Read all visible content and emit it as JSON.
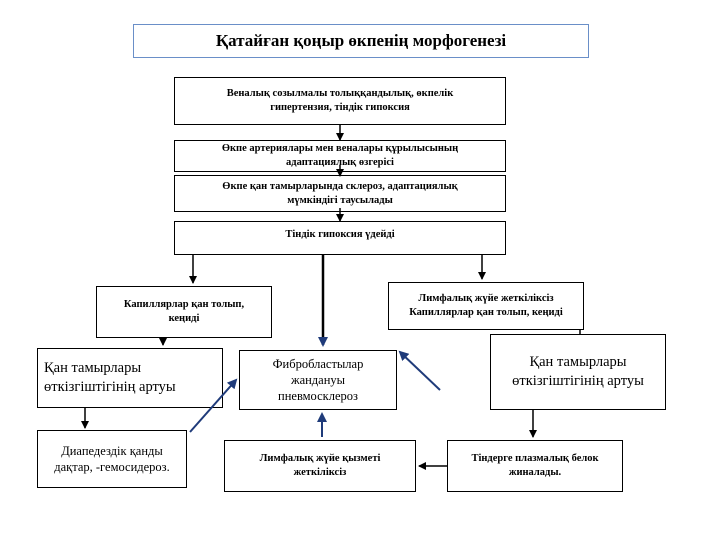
{
  "diagram": {
    "title": "Қатайған қоңыр өкпенің морфогенезі",
    "nodes": {
      "venous_congestion": "Веналық созылмалы толыққандылық, өкпелік гипертензия, тіндік гипоксия",
      "vessel_adaptation": "Өкпе артериялары мен веналары құрылысының адаптациялық өзгерісі",
      "sclerosis": "Өкпе қан тамырларында склероз, адаптациялық мүмкіндігі таусылады",
      "tissue_hypoxia": "Тіндік гипоксия үдейді",
      "capillaries_left": "Капиллярлар қан толып, кеңиді",
      "lymph_insufficiency_top": "Лимфалық жүйе жеткіліксіз Капиллярлар қан толып, кеңиді",
      "permeability_left": "Қан тамырлары өткізгіштігінің артуы",
      "fibroblasts": "Фибробластылар жандануы пневмосклероз",
      "permeability_right": "Қан тамырлары өткізгіштігінің артуы",
      "diapedesis": "Диапедездік қанды дақтар, -гемосидероз.",
      "lymph_function": "Лимфалық жүйе қызметі жеткіліксіз",
      "plasma_protein": "Тіндерге плазмалық белок жиналады."
    }
  }
}
